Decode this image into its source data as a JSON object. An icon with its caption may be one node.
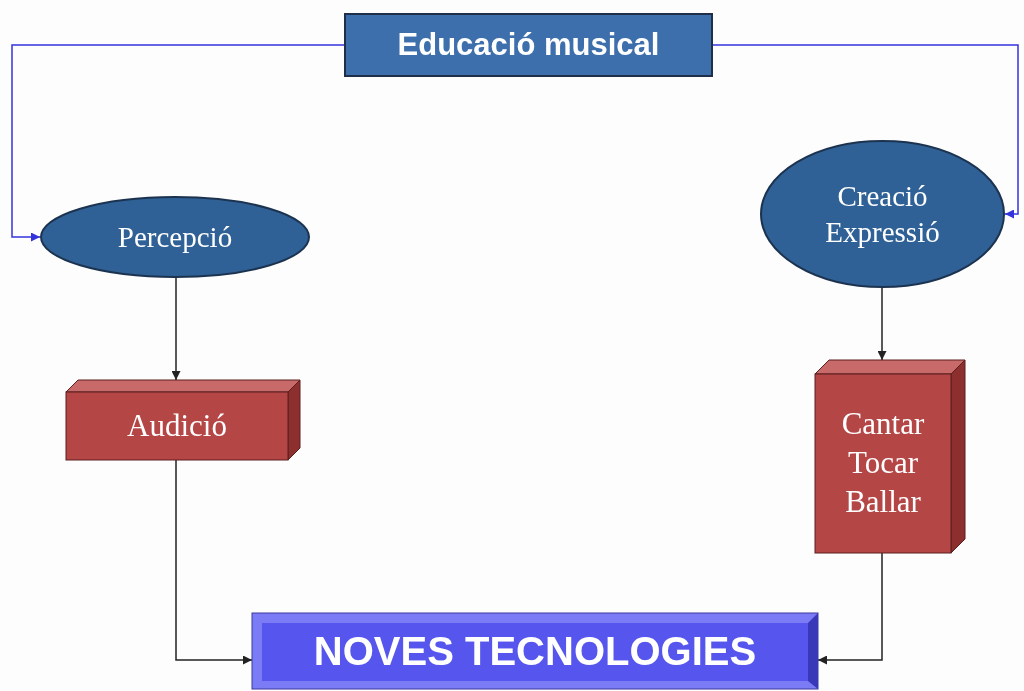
{
  "diagram": {
    "nodes": [
      {
        "text": [
          "Educació musical"
        ]
      },
      {
        "text": [
          "Percepció"
        ]
      },
      {
        "text": [
          "Creació Expressió"
        ]
      },
      {
        "text": [
          "Audició"
        ]
      },
      {
        "text": [
          "Cantar Tocar Ballar"
        ]
      },
      {
        "text": [
          "NOVES TECNOLOGIES"
        ]
      }
    ],
    "edges": [
      {
        "from": 0,
        "to": 1,
        "arrow": "to",
        "color": "#3333dd"
      },
      {
        "from": 0,
        "to": 2,
        "arrow": "to",
        "color": "#3333dd"
      },
      {
        "from": 1,
        "to": 3,
        "arrow": "to"
      },
      {
        "from": 2,
        "to": 4,
        "arrow": "to"
      },
      {
        "from": 3,
        "to": 5,
        "arrow": "to"
      },
      {
        "from": 4,
        "to": 5,
        "arrow": "to"
      }
    ]
  }
}
